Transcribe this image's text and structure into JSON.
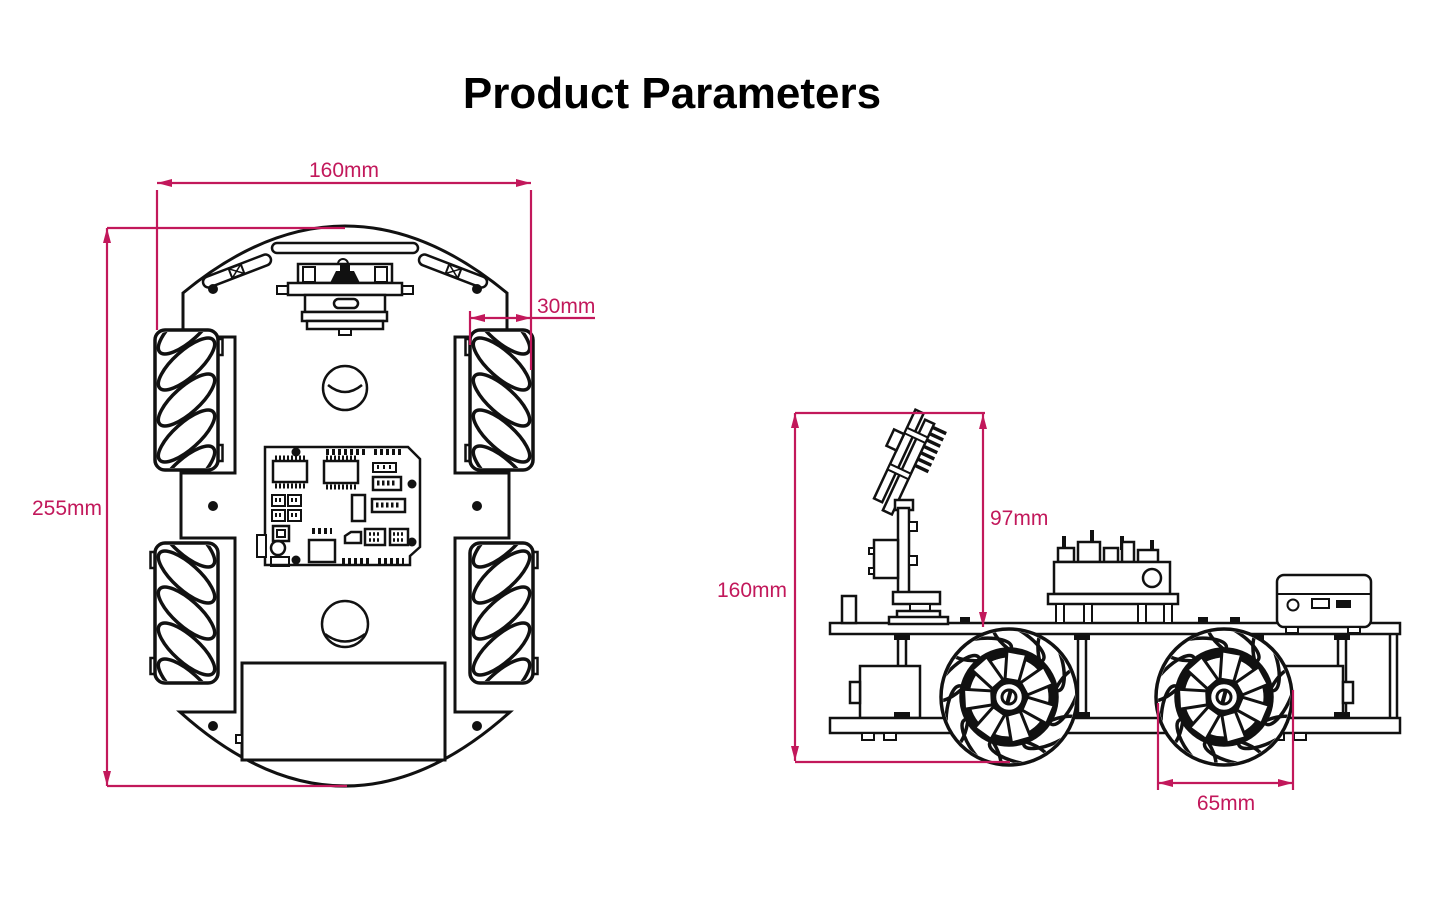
{
  "title": "Product Parameters",
  "colors": {
    "accent": "#c2185b",
    "line": "#111111",
    "background": "#ffffff"
  },
  "top_view": {
    "dimensions": {
      "overall_width": "160mm",
      "wheel_width": "30mm",
      "overall_length": "255mm"
    }
  },
  "side_view": {
    "dimensions": {
      "overall_height": "160mm",
      "camera_height": "97mm",
      "wheel_diameter": "65mm"
    }
  }
}
